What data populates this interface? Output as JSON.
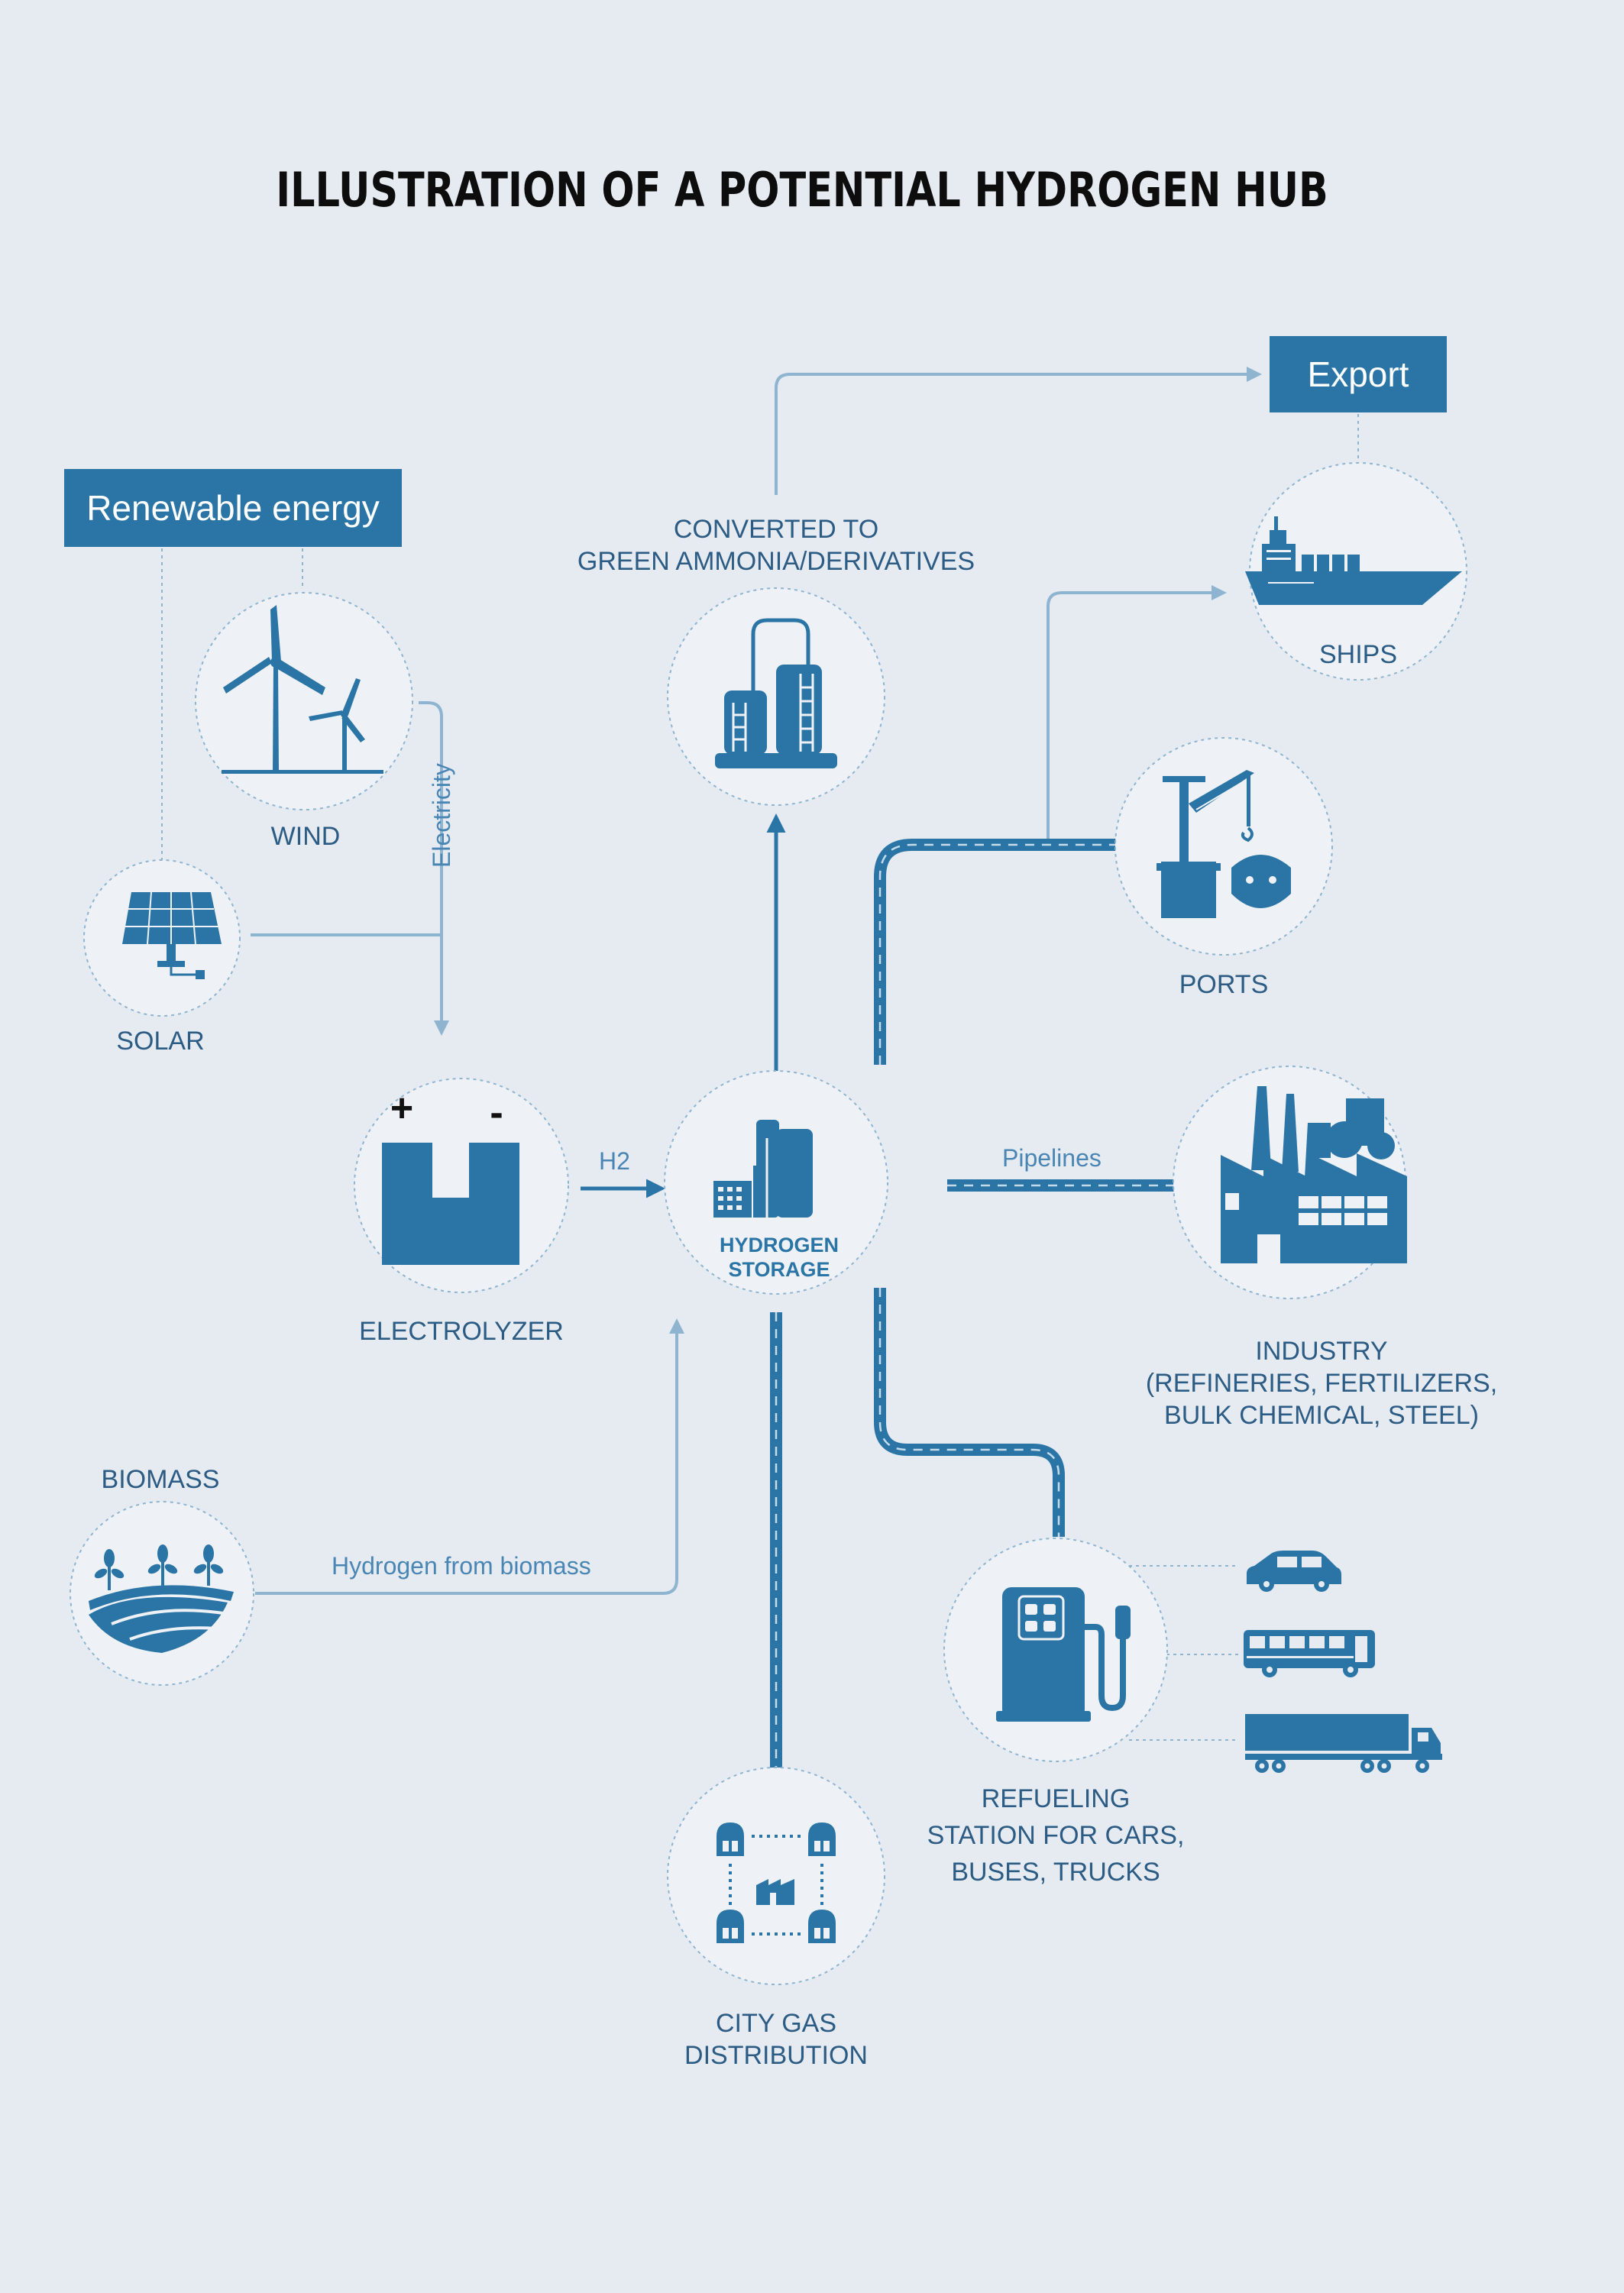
{
  "title": "ILLUSTRATION OF A POTENTIAL HYDROGEN HUB",
  "boxes": {
    "renewable": "Renewable energy",
    "export": "Export"
  },
  "nodes": {
    "wind": "WIND",
    "solar": "SOLAR",
    "electrolyzer": "ELECTROLYZER",
    "electrolyzer_plus": "+",
    "electrolyzer_minus": "-",
    "biomass": "BIOMASS",
    "storage_line1": "HYDROGEN",
    "storage_line2": "STORAGE",
    "converted_line1": "CONVERTED TO",
    "converted_line2": "GREEN AMMONIA/DERIVATIVES",
    "ships": "SHIPS",
    "ports": "PORTS",
    "industry_line1": "INDUSTRY",
    "industry_line2": "(REFINERIES, FERTILIZERS,",
    "industry_line3": "BULK CHEMICAL, STEEL)",
    "refueling_line1": "REFUELING",
    "refueling_line2": "STATION FOR CARS,",
    "refueling_line3": "BUSES, TRUCKS",
    "city_line1": "CITY GAS",
    "city_line2": "DISTRIBUTION"
  },
  "flows": {
    "electricity": "Electricity",
    "h2": "H2",
    "pipelines": "Pipelines",
    "biomass_flow": "Hydrogen from biomass"
  },
  "colors": {
    "background": "#e6ebf2",
    "primary": "#2b75a6",
    "light_line": "#8fb4d0",
    "circle_fill": "#eef2f7",
    "text": "#2c5b84"
  }
}
